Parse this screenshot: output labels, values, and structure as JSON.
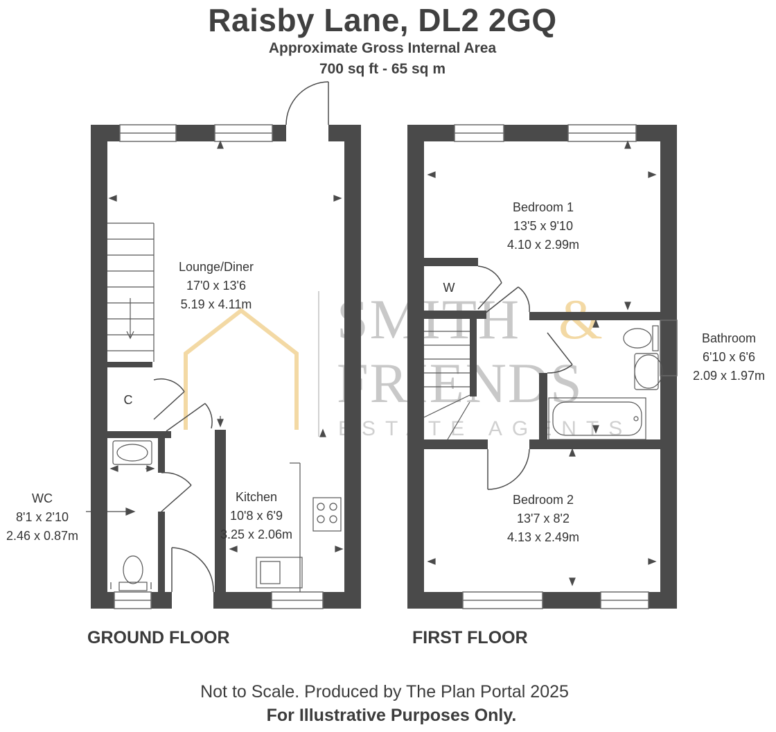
{
  "header": {
    "title": "Raisby Lane, DL2 2GQ",
    "area_label": "Approximate Gross Internal Area",
    "area_value": "700 sq ft - 65 sq m"
  },
  "watermark": {
    "line1": "SMITH",
    "amp": "&",
    "line2": "FRIENDS",
    "line3": "ESTATE AGENTS",
    "accent_color": "#f3d9a4"
  },
  "ground_floor": {
    "label": "GROUND FLOOR",
    "rooms": {
      "lounge": {
        "name": "Lounge/Diner",
        "imperial": "17'0 x 13'6",
        "metric": "5.19 x 4.11m"
      },
      "kitchen": {
        "name": "Kitchen",
        "imperial": "10'8 x 6'9",
        "metric": "3.25 x 2.06m"
      },
      "wc": {
        "name": "WC",
        "imperial": "8'1 x 2'10",
        "metric": "2.46 x 0.87m"
      },
      "cupboard": {
        "name": "C"
      }
    }
  },
  "first_floor": {
    "label": "FIRST FLOOR",
    "rooms": {
      "bedroom1": {
        "name": "Bedroom 1",
        "imperial": "13'5 x 9'10",
        "metric": "4.10 x 2.99m"
      },
      "bedroom2": {
        "name": "Bedroom 2",
        "imperial": "13'7 x 8'2",
        "metric": "4.13 x 2.49m"
      },
      "bathroom": {
        "name": "Bathroom",
        "imperial": "6'10 x 6'6",
        "metric": "2.09 x 1.97m"
      },
      "wardrobe": {
        "name": "W"
      }
    }
  },
  "footer": {
    "scale_note": "Not to Scale. Produced by The Plan Portal 2025",
    "purpose_note": "For Illustrative Purposes Only."
  },
  "colors": {
    "wall": "#4a4a4a",
    "text": "#3c3c3c",
    "watermark_grey": "#c8c8c8"
  }
}
